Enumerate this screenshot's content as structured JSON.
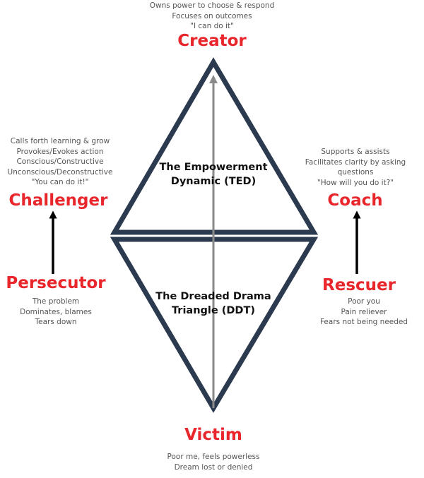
{
  "colors": {
    "role_red": "#e8262b",
    "triangle_outline": "#2c3a4f",
    "center_arrow": "#8a8a8a",
    "side_arrow": "#000000",
    "description_text": "#555555"
  },
  "creator": {
    "label": "Creator",
    "lines": [
      "Owns power to choose & respond",
      "Focuses on outcomes",
      "\"I can do it\""
    ]
  },
  "challenger": {
    "label": "Challenger",
    "lines": [
      "Calls forth learning & grow",
      "Provokes/Evokes action",
      "Conscious/Constructive",
      "Unconscious/Deconstructive",
      "\"You can do it!\""
    ]
  },
  "coach": {
    "label": "Coach",
    "lines": [
      "Supports & assists",
      "Facilitates clarity by asking",
      "questions",
      "\"How will you do it?\""
    ]
  },
  "persecutor": {
    "label": "Persecutor",
    "lines": [
      "The problem",
      "Dominates, blames",
      "Tears down"
    ]
  },
  "rescuer": {
    "label": "Rescuer",
    "lines": [
      "Poor you",
      "Pain reliever",
      "Fears not being needed"
    ]
  },
  "victim": {
    "label": "Victim",
    "lines": [
      "Poor me, feels powerless",
      "Dream lost or denied"
    ]
  },
  "ted": {
    "lines": [
      "The Empowerment",
      "Dynamic (TED)"
    ]
  },
  "ddt": {
    "lines": [
      "The Dreaded Drama",
      "Triangle (DDT)"
    ]
  },
  "arrows": [
    {
      "from": "Persecutor",
      "to": "Challenger",
      "icon": "arrow-up-icon"
    },
    {
      "from": "Rescuer",
      "to": "Coach",
      "icon": "arrow-up-icon"
    },
    {
      "from": "Victim",
      "to": "Creator",
      "icon": "arrow-up-icon"
    }
  ]
}
